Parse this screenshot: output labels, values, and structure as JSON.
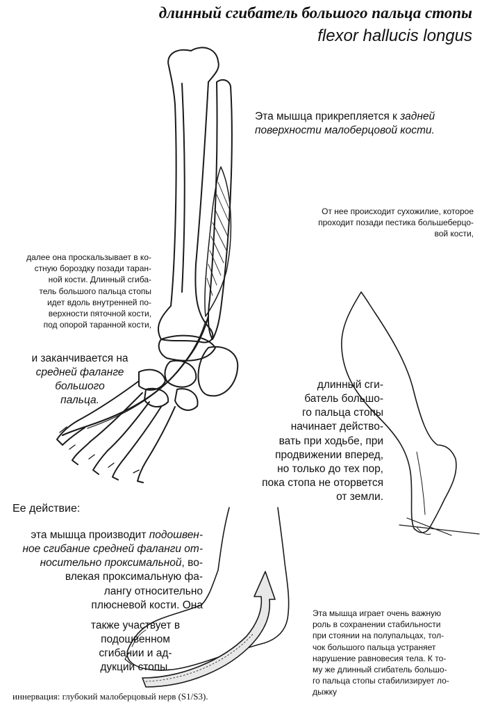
{
  "title_ru": "длинный сгибатель большого пальца стопы",
  "title_la": "flexor hallucis longus",
  "attach_prefix": "Эта мышца прикрепляется к ",
  "attach_italic_1": "задней",
  "attach_italic_2": "поверхности малоберцовой кости.",
  "tendon_lines": [
    "От нее происходит сухожилие, которое",
    "проходит позади пестика большеберцо-",
    "вой кости,"
  ],
  "groove_lines": [
    "далее она проскальзывает в ко-",
    "стную бороздку позади таран-",
    "ной кости. Длинный сгиба-",
    "тель большого пальца стопы",
    "идет вдоль внутренней по-",
    "верхности пяточной кости,",
    "под опорой таранной кости,"
  ],
  "ends_line": "и заканчивается на",
  "ends_italic_lines": [
    "средней фаланге",
    "большого",
    "пальца."
  ],
  "walk_lines": [
    "длинный сги-",
    "батель большо-",
    "го пальца стопы",
    "начинает действо-",
    "вать при ходьбе, при",
    "продвижении вперед,",
    "но только до тех пор,",
    "пока стопа не оторвется",
    "от земли."
  ],
  "action_heading": "Ее действие:",
  "action_l1_prefix": "эта мышца производит ",
  "action_l1_italic": "подошвен-",
  "action_l2_italic": "ное сгибание средней фаланги от-",
  "action_l3_italic": "носительно проксимальной",
  "action_l3_suffix": ", во-",
  "action_lines_rest": [
    "влекая проксимальную фа-",
    "лангу относительно",
    "плюсневой кости. Она",
    "также участвует в",
    "подошвенном",
    "сгибании и ад-",
    "дукции стопы."
  ],
  "stability_lines": [
    "Эта мышца играет очень важную",
    "роль в сохранении стабильности",
    "при стоянии на полупальцах, тол-",
    "чок большого пальца устраняет",
    "нарушение равновесия тела. К то-",
    "му же длинный сгибатель большо-",
    "го пальца стопы стабилизирует ло-",
    "дыжку"
  ],
  "innervation": "иннервация: глубокий малоберцовый нерв (S1/S3)."
}
